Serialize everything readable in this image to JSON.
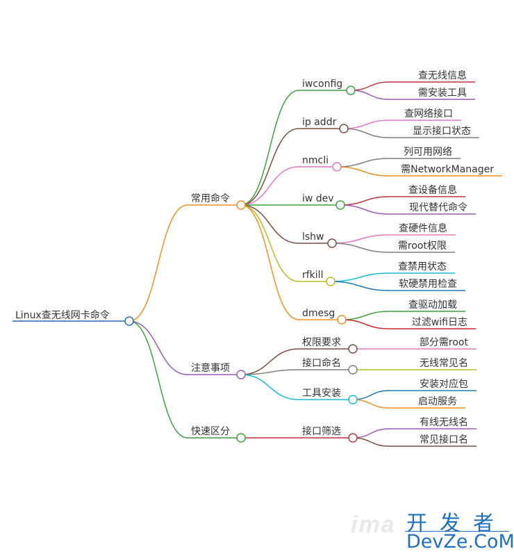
{
  "root": {
    "label": "Linux查无线网卡命令",
    "color": "#2a6fb0"
  },
  "branches": [
    {
      "label": "常用命令",
      "color": "#f0901e",
      "children": [
        {
          "label": "iwconfig",
          "color": "#3aa33a",
          "leaves": [
            {
              "label": "查无线信息",
              "color": "#c0343a"
            },
            {
              "label": "需安装工具",
              "color": "#9b59b6"
            }
          ]
        },
        {
          "label": "ip addr",
          "color": "#7a4e3c",
          "leaves": [
            {
              "label": "查网络接口",
              "color": "#e377c2"
            },
            {
              "label": "显示接口状态",
              "color": "#7f7f7f"
            }
          ]
        },
        {
          "label": "nmcli",
          "color": "#e377c2",
          "leaves": [
            {
              "label": "列可用网络",
              "color": "#7f7f7f"
            },
            {
              "label": "需NetworkManager",
              "color": "#f0901e"
            }
          ]
        },
        {
          "label": "iw dev",
          "color": "#3aa33a",
          "leaves": [
            {
              "label": "查设备信息",
              "color": "#c0343a"
            },
            {
              "label": "现代替代命令",
              "color": "#9b59b6"
            }
          ]
        },
        {
          "label": "lshw",
          "color": "#7a4e3c",
          "leaves": [
            {
              "label": "查硬件信息",
              "color": "#e377c2"
            },
            {
              "label": "需root权限",
              "color": "#7f7f7f"
            }
          ]
        },
        {
          "label": "rfkill",
          "color": "#b5bd22",
          "leaves": [
            {
              "label": "查禁用状态",
              "color": "#17becf"
            },
            {
              "label": "软硬禁用检查",
              "color": "#1f77b4"
            }
          ]
        },
        {
          "label": "dmesg",
          "color": "#f0901e",
          "leaves": [
            {
              "label": "查驱动加载",
              "color": "#3aa33a"
            },
            {
              "label": "过滤wifi日志",
              "color": "#d62728"
            }
          ]
        }
      ]
    },
    {
      "label": "注意事项",
      "color": "#9b59b6",
      "children": [
        {
          "label": "权限要求",
          "color": "#7a4e3c",
          "leaves": [
            {
              "label": "部分需root",
              "color": "#e377c2"
            }
          ]
        },
        {
          "label": "接口命名",
          "color": "#7f7f7f",
          "leaves": [
            {
              "label": "无线常见名",
              "color": "#b5bd22"
            }
          ]
        },
        {
          "label": "工具安装",
          "color": "#17becf",
          "leaves": [
            {
              "label": "安装对应包",
              "color": "#1f77b4"
            },
            {
              "label": "启动服务",
              "color": "#f0901e"
            }
          ]
        }
      ]
    },
    {
      "label": "快速区分",
      "color": "#3aa33a",
      "children": [
        {
          "label": "接口筛选",
          "color": "#c0343a",
          "leaves": [
            {
              "label": "有线无线名",
              "color": "#9b59b6"
            },
            {
              "label": "常见接口名",
              "color": "#7a4e3c"
            }
          ]
        }
      ]
    }
  ],
  "watermark": {
    "faint": "ima",
    "cn": "开发者",
    "en": "DevZe.CoM"
  }
}
